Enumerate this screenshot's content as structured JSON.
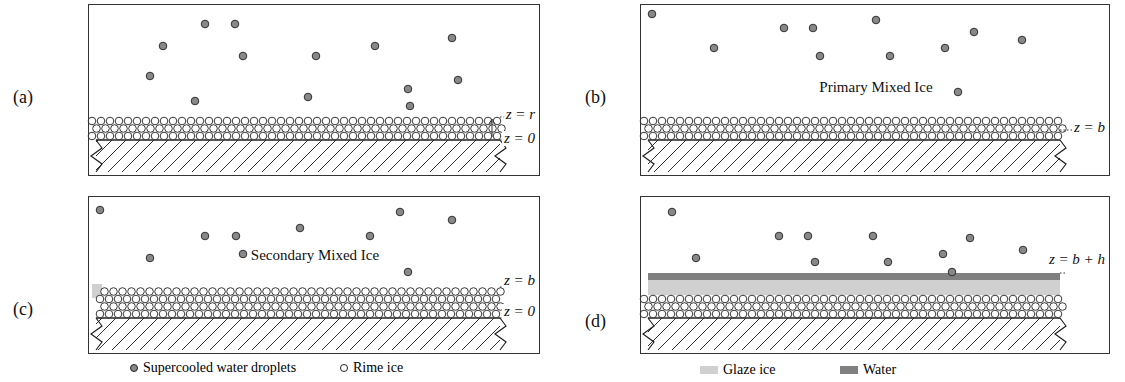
{
  "diagram": {
    "nodes": [
      {
        "text": [
          "(a)",
          "z = r",
          "z = 0"
        ]
      },
      {
        "text": [
          "(b)",
          "Primary Mixed Ice",
          "z = b"
        ]
      },
      {
        "text": [
          "(c)",
          "Secondary Mixed Ice",
          "z = b",
          "z = 0"
        ]
      },
      {
        "text": [
          "(d)",
          "z = b + h"
        ]
      }
    ],
    "legend": [
      {
        "text": "Supercooled water droplets"
      },
      {
        "text": "Rime ice"
      },
      {
        "text": "Glaze ice",
        "color": "#d0d0d0"
      },
      {
        "text": "Water",
        "color": "#808080"
      }
    ]
  }
}
